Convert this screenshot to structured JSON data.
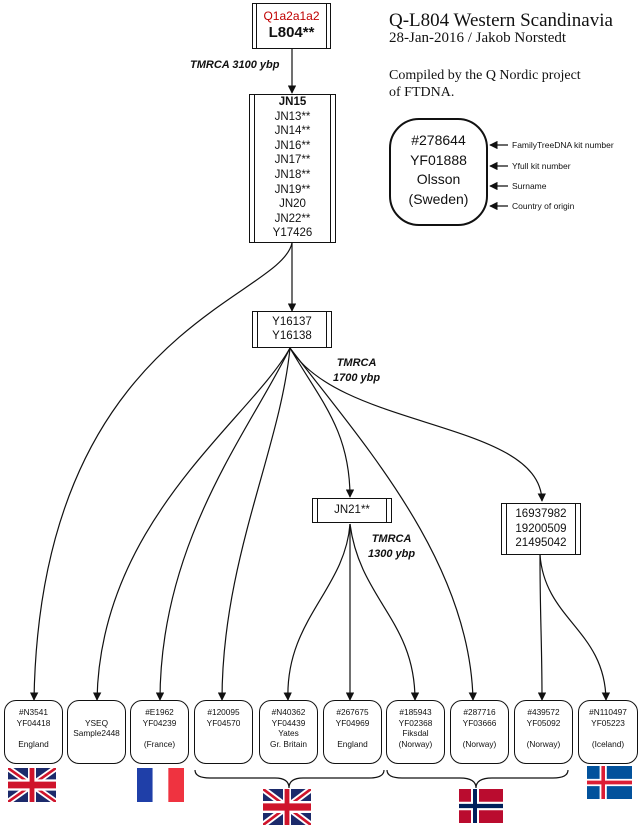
{
  "title": "Q-L804 Western Scandinavia",
  "subtitle": "28-Jan-2016 / Jakob Norstedt",
  "compiled": [
    "Compiled by the Q Nordic project",
    "of FTDNA."
  ],
  "root": {
    "haplogroup": "Q1a2a1a2",
    "snp": "L804**"
  },
  "tmrca_root": "TMRCA 3100 ybp",
  "snp_block_1": [
    "JN15",
    "JN13**",
    "JN14**",
    "JN16**",
    "JN17**",
    "JN18**",
    "JN19**",
    "JN20",
    "JN22**",
    "Y17426"
  ],
  "snp_block_2": [
    "Y16137",
    "Y16138"
  ],
  "tmrca_mid": [
    "TMRCA",
    "1700 ybp"
  ],
  "snp_jn21": "JN21**",
  "tmrca_jn21": [
    "TMRCA",
    "1300 ybp"
  ],
  "snp_block_3": [
    "16937982",
    "19200509",
    "21495042"
  ],
  "legend_key": {
    "lines": [
      "#278644",
      "YF01888",
      "Olsson",
      "(Sweden)"
    ],
    "labels": [
      "FamilyTreeDNA kit number",
      "Yfull  kit number",
      "Surname",
      "Country of  origin"
    ]
  },
  "leaves": [
    {
      "lines": [
        "#N3541",
        "YF04418",
        "",
        "England"
      ]
    },
    {
      "lines": [
        "",
        "YSEQ",
        "Sample2448"
      ]
    },
    {
      "lines": [
        "#E1962",
        "YF04239",
        "",
        "(France)"
      ]
    },
    {
      "lines": [
        "#120095",
        "YF04570"
      ]
    },
    {
      "lines": [
        "#N40362",
        "YF04439",
        "Yates",
        "Gr. Britain"
      ]
    },
    {
      "lines": [
        "#267675",
        "YF04969",
        "",
        "England"
      ]
    },
    {
      "lines": [
        "#185943",
        "YF02368",
        "Fiksdal",
        "(Norway)"
      ]
    },
    {
      "lines": [
        "#287716",
        "YF03666",
        "",
        "(Norway)"
      ]
    },
    {
      "lines": [
        "#439572",
        "YF05092",
        "",
        "(Norway)"
      ]
    },
    {
      "lines": [
        "#N110497",
        "YF05223",
        "",
        "(Iceland)"
      ]
    }
  ],
  "flags": {
    "uk": "union-jack-flag-icon",
    "france": "france-flag-icon",
    "norway": "norway-flag-icon",
    "iceland": "iceland-flag-icon"
  },
  "colors": {
    "haplogroup_red": "#c00000",
    "uk_blue": "#1c2a6b",
    "uk_red": "#cf142b",
    "fr_blue": "#1f3fa8",
    "fr_red": "#ef3340",
    "no_red": "#ba0c2f",
    "no_blue": "#00205b",
    "is_blue": "#02529c",
    "is_red": "#dc1e35"
  }
}
